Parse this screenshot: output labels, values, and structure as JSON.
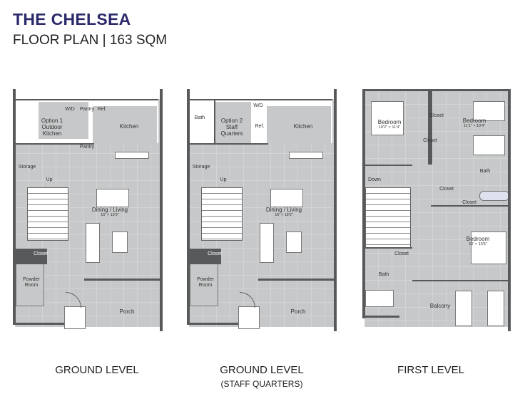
{
  "header": {
    "title": "THE CHELSEA",
    "subtitle": "FLOOR PLAN | 163 SQM"
  },
  "plans": [
    {
      "caption": "GROUND LEVEL",
      "rooms": {
        "wd": "W/D",
        "pantry1": "Pantry",
        "ref": "Ref.",
        "option": "Option 1 Outdoor Kitchen",
        "kitchen": "Kitchen",
        "pantry2": "Pantry",
        "storage": "Storage",
        "up": "Up",
        "dining": "Dining / Living",
        "dining_dim": "16' × 19'2\"",
        "closet": "Closet",
        "powder": "Powder Room",
        "porch": "Porch"
      }
    },
    {
      "caption": "GROUND LEVEL",
      "subcaption": "(STAFF QUARTERS)",
      "rooms": {
        "bath": "Bath",
        "wd": "W/D",
        "option": "Option 2 Staff Quarters",
        "ref": "Ref.",
        "kitchen": "Kitchen",
        "storage": "Storage",
        "up": "Up",
        "dining": "Dining / Living",
        "dining_dim": "16' × 19'2\"",
        "closet": "Closet",
        "powder": "Powder Room",
        "porch": "Porch"
      }
    },
    {
      "caption": "FIRST LEVEL",
      "rooms": {
        "bed1": "Bedroom",
        "bed1_dim": "10'2\" × 11'4\"",
        "closet1": "Closet",
        "bed2": "Bedroom",
        "bed2_dim": "11'1\" × 10'4\"",
        "closet2": "Closet",
        "bath1": "Bath",
        "down": "Down",
        "closet3": "Closet",
        "closet4": "Closet",
        "bed3": "Bedroom",
        "bed3_dim": "16' × 13'5\"",
        "closet5": "Closet",
        "bath2": "Bath",
        "balcony": "Balcony"
      }
    }
  ]
}
